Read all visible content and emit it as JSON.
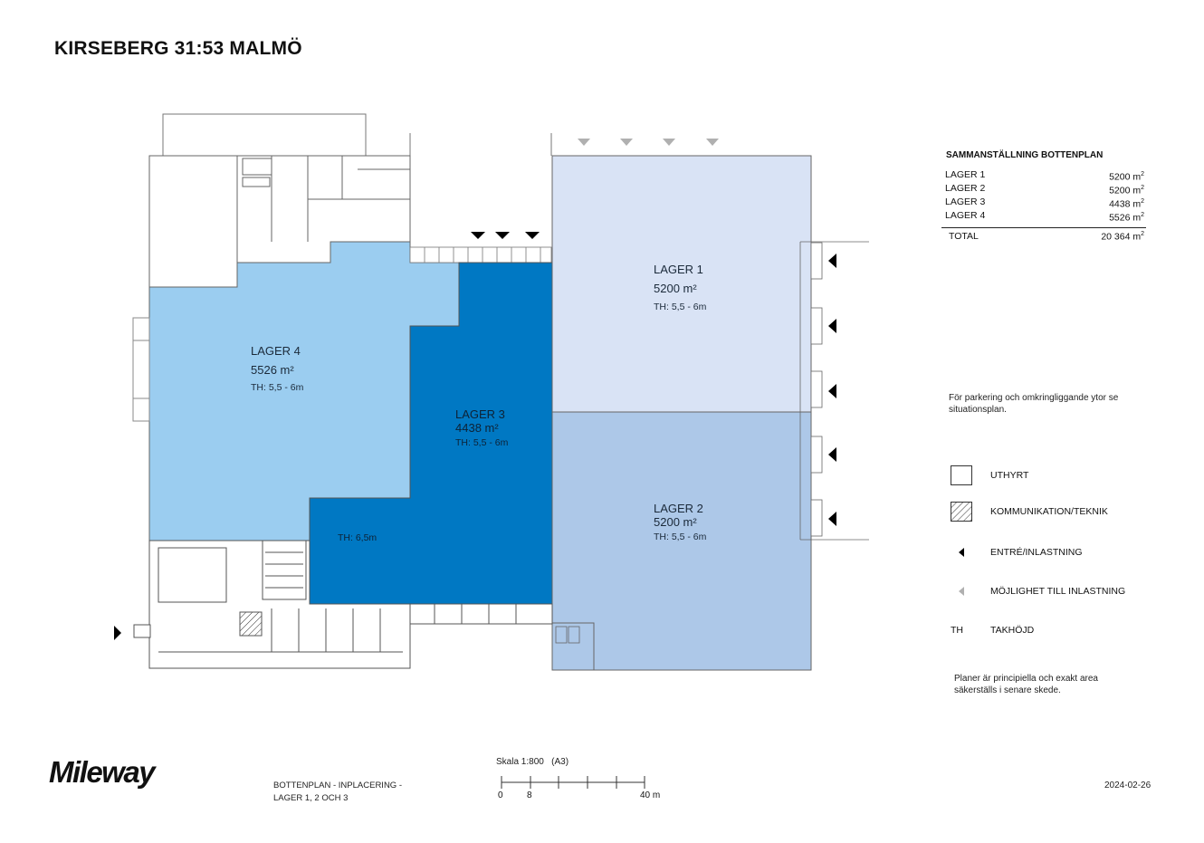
{
  "header": {
    "title": "KIRSEBERG 31:53 MALMÖ"
  },
  "zones": [
    {
      "name": "LAGER 1",
      "area": "5200 m²",
      "ceiling": "TH: 5,5 - 6m",
      "color": "#d9e3f5"
    },
    {
      "name": "LAGER 2",
      "area": "5200 m²",
      "ceiling": "TH: 5,5 - 6m",
      "color": "#adc8e8"
    },
    {
      "name": "LAGER 3",
      "area": "4438 m²",
      "ceiling": "TH: 5,5 - 6m",
      "extra_ceiling": "TH: 6,5m",
      "color": "#0078c3"
    },
    {
      "name": "LAGER 4",
      "area": "5526 m²",
      "ceiling": "TH: 5,5 - 6m",
      "color": "#9bcdf0"
    }
  ],
  "summary": {
    "title": "SAMMANSTÄLLNING BOTTENPLAN",
    "rows": [
      {
        "label": "LAGER 1",
        "value": "5200 m",
        "unit_sup": "2"
      },
      {
        "label": "LAGER 2",
        "value": "5200 m",
        "unit_sup": "2"
      },
      {
        "label": "LAGER 3",
        "value": "4438 m",
        "unit_sup": "2"
      },
      {
        "label": "LAGER 4",
        "value": "5526 m",
        "unit_sup": "2"
      }
    ],
    "total_label": "TOTAL",
    "total_value": "20 364 m",
    "total_sup": "2"
  },
  "notes": {
    "parking": "För parkering och omkringliggande ytor se situationsplan.",
    "disclaimer": "Planer är principiella och exakt area säkerställs i senare skede."
  },
  "legend": [
    {
      "symbol": "empty-box",
      "label": "UTHYRT"
    },
    {
      "symbol": "hatched-box",
      "label": "KOMMUNIKATION/TEKNIK"
    },
    {
      "symbol": "black-triangle",
      "label": "ENTRÉ/INLASTNING"
    },
    {
      "symbol": "grey-triangle",
      "label": "MÖJLIGHET TILL INLASTNING"
    },
    {
      "symbol": "TH",
      "label": "TAKHÖJD"
    }
  ],
  "footer": {
    "logo": "Mileway",
    "subtitle_line1": "BOTTENPLAN - INPLACERING -",
    "subtitle_line2": "LAGER 1, 2 OCH 3",
    "scale_label": "Skala 1:800",
    "paper": "(A3)",
    "scale_ticks": [
      "0",
      "8",
      "40 m"
    ],
    "date": "2024-02-26"
  },
  "colors": {
    "entry_arrow": "#000000",
    "possible_arrow": "#b0b0b0",
    "wall": "#555555"
  }
}
